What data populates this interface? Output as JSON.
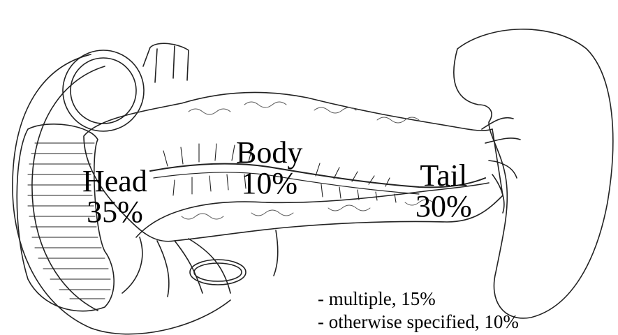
{
  "labels": {
    "head": {
      "name": "Head",
      "percent": "35%"
    },
    "body": {
      "name": "Body",
      "percent": "10%"
    },
    "tail": {
      "name": "Tail",
      "percent": "30%"
    }
  },
  "notes": [
    "- multiple, 15%",
    "- otherwise specified, 10%"
  ],
  "colors": {
    "line": "#222222",
    "background": "#ffffff",
    "text": "#000000"
  }
}
